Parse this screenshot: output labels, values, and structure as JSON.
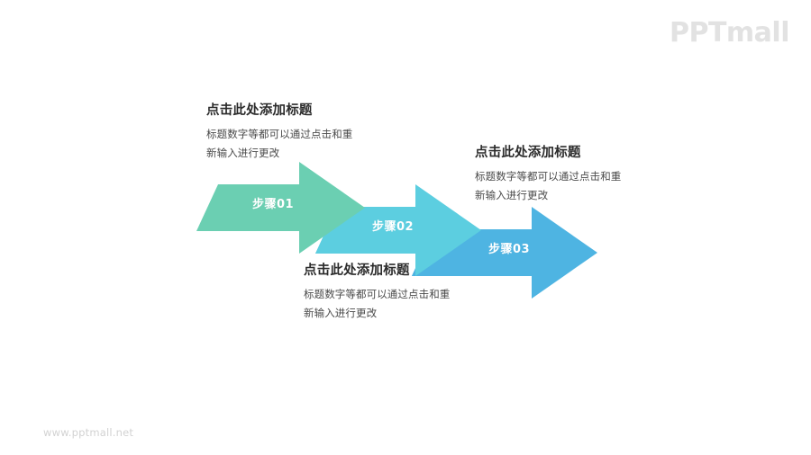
{
  "brand": {
    "logo_text": "PPTmall",
    "footer_url": "www.pptmall.net",
    "logo_color": "#e2e2e2",
    "footer_color": "#d2d2d2"
  },
  "diagram": {
    "type": "process-arrows",
    "background": "#ffffff",
    "steps": [
      {
        "id": "step-01",
        "arrow_label": "步骤01",
        "color": "#6bcfb2",
        "shadow_color": "#4fb89c",
        "title": "点击此处添加标题",
        "body_line_1": "标题数字等都可以通过点击和重",
        "body_line_2": "新输入进行更改",
        "callout_position": "above"
      },
      {
        "id": "step-02",
        "arrow_label": "步骤02",
        "color": "#5ccee0",
        "shadow_color": "#3fb2c9",
        "title": "点击此处添加标题",
        "body_line_1": "标题数字等都可以通过点击和重",
        "body_line_2": "新输入进行更改",
        "callout_position": "below"
      },
      {
        "id": "step-03",
        "arrow_label": "步骤03",
        "color": "#4eb4e2",
        "shadow_color": "#2f96c9",
        "title": "点击此处添加标题",
        "body_line_1": "标题数字等都可以通过点击和重",
        "body_line_2": "新输入进行更改",
        "callout_position": "above"
      }
    ]
  }
}
